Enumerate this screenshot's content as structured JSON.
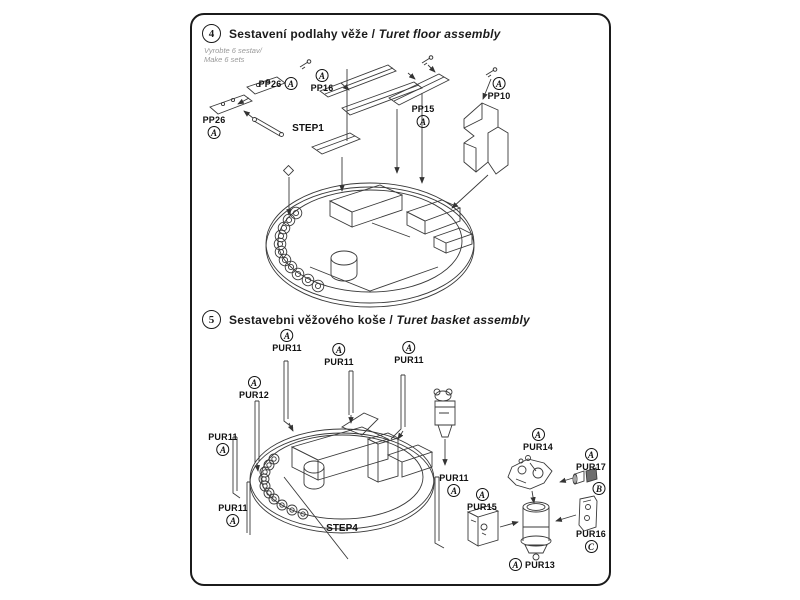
{
  "colors": {
    "paper": "#ffffff",
    "ink": "#3a3a3a",
    "text": "#111111",
    "note": "#9a9a9a"
  },
  "section4": {
    "number": "4",
    "title_cs": "Sestavení podlahy věže",
    "title_sep": " / ",
    "title_en": "Turet floor assembly",
    "note1": "Vyrobte 6 sestav/",
    "note2": "Make 6 sets",
    "step_label": "STEP1",
    "labels": {
      "pp26a": {
        "text": "PP26",
        "letter": "A"
      },
      "pp26b": {
        "text": "PP26",
        "letter": "A"
      },
      "pp16": {
        "text": "PP16",
        "letter": "A"
      },
      "pp15": {
        "text": "PP15",
        "letter": "A"
      },
      "pp10": {
        "text": "PP10",
        "letter": "A"
      }
    }
  },
  "section5": {
    "number": "5",
    "title_cs": "Sestavebni věžového koše",
    "title_sep": " / ",
    "title_en": "Turet basket assembly",
    "step_label": "STEP4",
    "labels": {
      "pur11_1": {
        "text": "PUR11",
        "letter": "A"
      },
      "pur11_2": {
        "text": "PUR11",
        "letter": "A"
      },
      "pur11_3": {
        "text": "PUR11",
        "letter": "A"
      },
      "pur12": {
        "text": "PUR12",
        "letter": "A"
      },
      "pur11_4": {
        "text": "PUR11",
        "letter": "A"
      },
      "pur11_5": {
        "text": "PUR11",
        "letter": "A"
      },
      "pur11_6": {
        "text": "PUR11",
        "letter": "A"
      },
      "pur15": {
        "text": "PUR15",
        "letter": "A"
      },
      "pur14": {
        "text": "PUR14",
        "letter": "A"
      },
      "pur17": {
        "text": "PUR17",
        "letter": "A",
        "letter2": "B"
      },
      "pur16": {
        "text": "PUR16",
        "letter": "C"
      },
      "pur13": {
        "text": "PUR13",
        "letter": "A"
      }
    }
  }
}
